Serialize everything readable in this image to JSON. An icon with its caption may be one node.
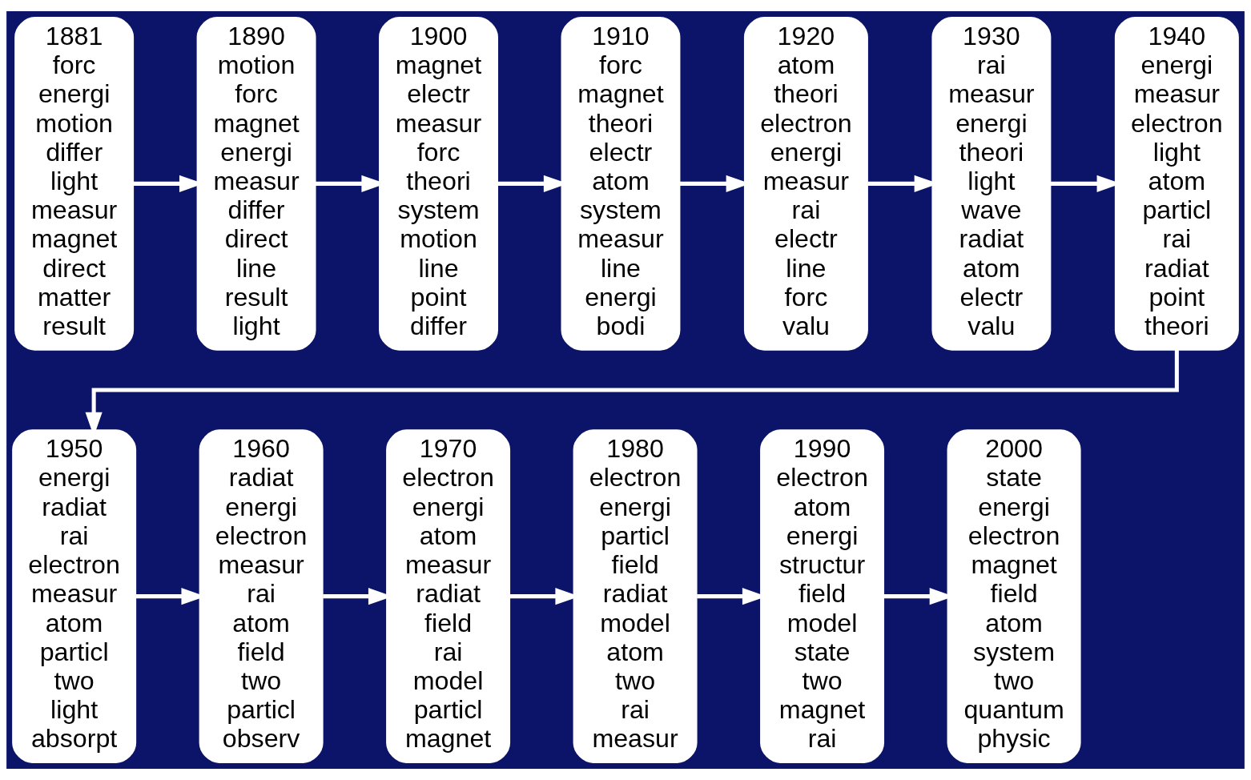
{
  "diagram": {
    "nodes": [
      {
        "text": [
          "1881",
          "forc",
          "energi",
          "motion",
          "differ",
          "light",
          "measur",
          "magnet",
          "direct",
          "matter",
          "result"
        ]
      },
      {
        "text": [
          "1890",
          "motion",
          "forc",
          "magnet",
          "energi",
          "measur",
          "differ",
          "direct",
          "line",
          "result",
          "light"
        ]
      },
      {
        "text": [
          "1900",
          "magnet",
          "electr",
          "measur",
          "forc",
          "theori",
          "system",
          "motion",
          "line",
          "point",
          "differ"
        ]
      },
      {
        "text": [
          "1910",
          "forc",
          "magnet",
          "theori",
          "electr",
          "atom",
          "system",
          "measur",
          "line",
          "energi",
          "bodi"
        ]
      },
      {
        "text": [
          "1920",
          "atom",
          "theori",
          "electron",
          "energi",
          "measur",
          "rai",
          "electr",
          "line",
          "forc",
          "valu"
        ]
      },
      {
        "text": [
          "1930",
          "rai",
          "measur",
          "energi",
          "theori",
          "light",
          "wave",
          "radiat",
          "atom",
          "electr",
          "valu"
        ]
      },
      {
        "text": [
          "1940",
          "energi",
          "measur",
          "electron",
          "light",
          "atom",
          "particl",
          "rai",
          "radiat",
          "point",
          "theori"
        ]
      },
      {
        "text": [
          "1950",
          "energi",
          "radiat",
          "rai",
          "electron",
          "measur",
          "atom",
          "particl",
          "two",
          "light",
          "absorpt"
        ]
      },
      {
        "text": [
          "1960",
          "radiat",
          "energi",
          "electron",
          "measur",
          "rai",
          "atom",
          "field",
          "two",
          "particl",
          "observ"
        ]
      },
      {
        "text": [
          "1970",
          "electron",
          "energi",
          "atom",
          "measur",
          "radiat",
          "field",
          "rai",
          "model",
          "particl",
          "magnet"
        ]
      },
      {
        "text": [
          "1980",
          "electron",
          "energi",
          "particl",
          "field",
          "radiat",
          "model",
          "atom",
          "two",
          "rai",
          "measur"
        ]
      },
      {
        "text": [
          "1990",
          "electron",
          "atom",
          "energi",
          "structur",
          "field",
          "model",
          "state",
          "two",
          "magnet",
          "rai"
        ]
      },
      {
        "text": [
          "2000",
          "state",
          "energi",
          "electron",
          "magnet",
          "field",
          "atom",
          "system",
          "two",
          "quantum",
          "physic"
        ]
      }
    ],
    "edges": [
      {
        "from": 0,
        "to": 1,
        "arrow": "to"
      },
      {
        "from": 1,
        "to": 2,
        "arrow": "to"
      },
      {
        "from": 2,
        "to": 3,
        "arrow": "to"
      },
      {
        "from": 3,
        "to": 4,
        "arrow": "to"
      },
      {
        "from": 4,
        "to": 5,
        "arrow": "to"
      },
      {
        "from": 5,
        "to": 6,
        "arrow": "to"
      },
      {
        "from": 6,
        "to": 7,
        "arrow": "to"
      },
      {
        "from": 7,
        "to": 8,
        "arrow": "to"
      },
      {
        "from": 8,
        "to": 9,
        "arrow": "to"
      },
      {
        "from": 9,
        "to": 10,
        "arrow": "to"
      },
      {
        "from": 10,
        "to": 11,
        "arrow": "to"
      },
      {
        "from": 11,
        "to": 12,
        "arrow": "to"
      }
    ]
  }
}
